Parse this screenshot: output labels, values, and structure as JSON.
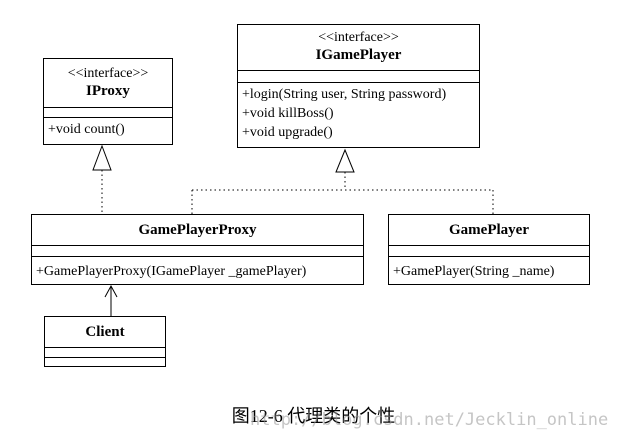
{
  "iproxy": {
    "stereotype": "<<interface>>",
    "name": "IProxy",
    "operations": [
      "+void count()"
    ]
  },
  "igameplayer": {
    "stereotype": "<<interface>>",
    "name": "IGamePlayer",
    "operations": [
      "+login(String user, String password)",
      "+void killBoss()",
      "+void upgrade()"
    ]
  },
  "gameplayerproxy": {
    "name": "GamePlayerProxy",
    "operations": [
      "+GamePlayerProxy(IGamePlayer _gamePlayer)"
    ]
  },
  "gameplayer": {
    "name": "GamePlayer",
    "operations": [
      "+GamePlayer(String _name)"
    ]
  },
  "client": {
    "name": "Client"
  },
  "caption": "图12-6 代理类的个性",
  "watermark": "http://blog.csdn.net/Jecklin_online"
}
